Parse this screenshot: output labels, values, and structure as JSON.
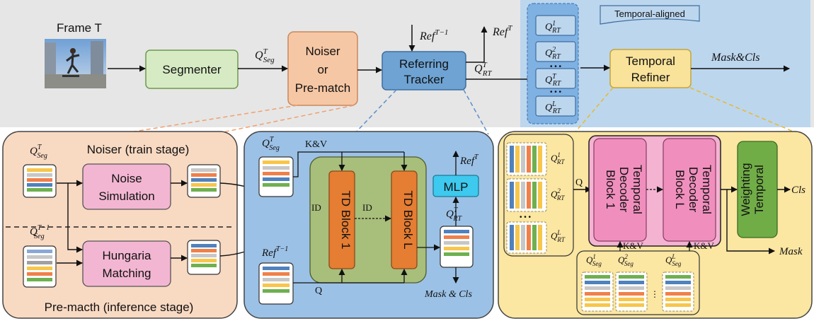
{
  "top": {
    "frame_label": "Frame T",
    "segmenter": "Segmenter",
    "q_seg": "Q",
    "q_seg_sub": "Seg",
    "q_seg_sup": "T",
    "noiser_l1": "Noiser",
    "noiser_l2": "or",
    "noiser_l3": "Pre-match",
    "ref_in": "Ref",
    "ref_in_sup": "T−1",
    "ref_out": "Ref",
    "ref_out_sup": "T",
    "tracker_l1": "Referring",
    "tracker_l2": "Tracker",
    "q_rt": "Q",
    "q_rt_sub": "RT",
    "q_rt_sup": "T",
    "temporal_aligned": "Temporal-aligned",
    "stack_sups": [
      "1",
      "2",
      "T",
      "L"
    ],
    "dots": "• • •",
    "refiner_l1": "Temporal",
    "refiner_l2": "Refiner",
    "mask_cls": "Mask&Cls"
  },
  "left_panel": {
    "title_top": "Noiser (train stage)",
    "title_bottom": "Pre-macth (inference stage)",
    "noise_l1": "Noise",
    "noise_l2": "Simulation",
    "hung_l1": "Hungaria",
    "hung_l2": "Matching",
    "q_seg_sup2": "T−1"
  },
  "middle_panel": {
    "kv": "K&V",
    "q": "Q",
    "id1": "ID",
    "id2": "ID",
    "td1": "TD Block 1",
    "tdl": "TD Block L",
    "mlp": "MLP",
    "ref_sup": "T",
    "ref_in_sup": "T−1",
    "mask_cls": "Mask & Cls"
  },
  "right_panel": {
    "q": "Q",
    "dec1_l1": "Temporal",
    "dec1_l2": "Decoder",
    "dec1_l3": "Block 1",
    "decl_l1": "Temporal",
    "decl_l2": "Decoder",
    "decl_l3": "Block L",
    "weight_l1": "Temporal",
    "weight_l2": "Weighting",
    "cls": "Cls",
    "mask": "Mask",
    "kv1": "K&V",
    "kv2": "K&V",
    "rt_sups": [
      "1",
      "2",
      "L"
    ],
    "seg_sups": [
      "1",
      "2",
      "L"
    ]
  },
  "colors": {
    "top_bg": "#e6e6e6",
    "blue_bg": "#bcd6ee",
    "left_bg": "#f8d9c2",
    "mid_bg": "#9cc1e6",
    "right_bg": "#fbe6a2",
    "green_box": "#d6ebc4",
    "orange_box": "#f6c7a4",
    "tracker_box": "#6ea3d3",
    "refiner_box": "#f9e29a",
    "pink": "#f08fbd",
    "td_orange": "#e57d32",
    "td_bg": "#a8be7b",
    "weight_green": "#71ad47",
    "mlp": "#3ec9ee"
  }
}
